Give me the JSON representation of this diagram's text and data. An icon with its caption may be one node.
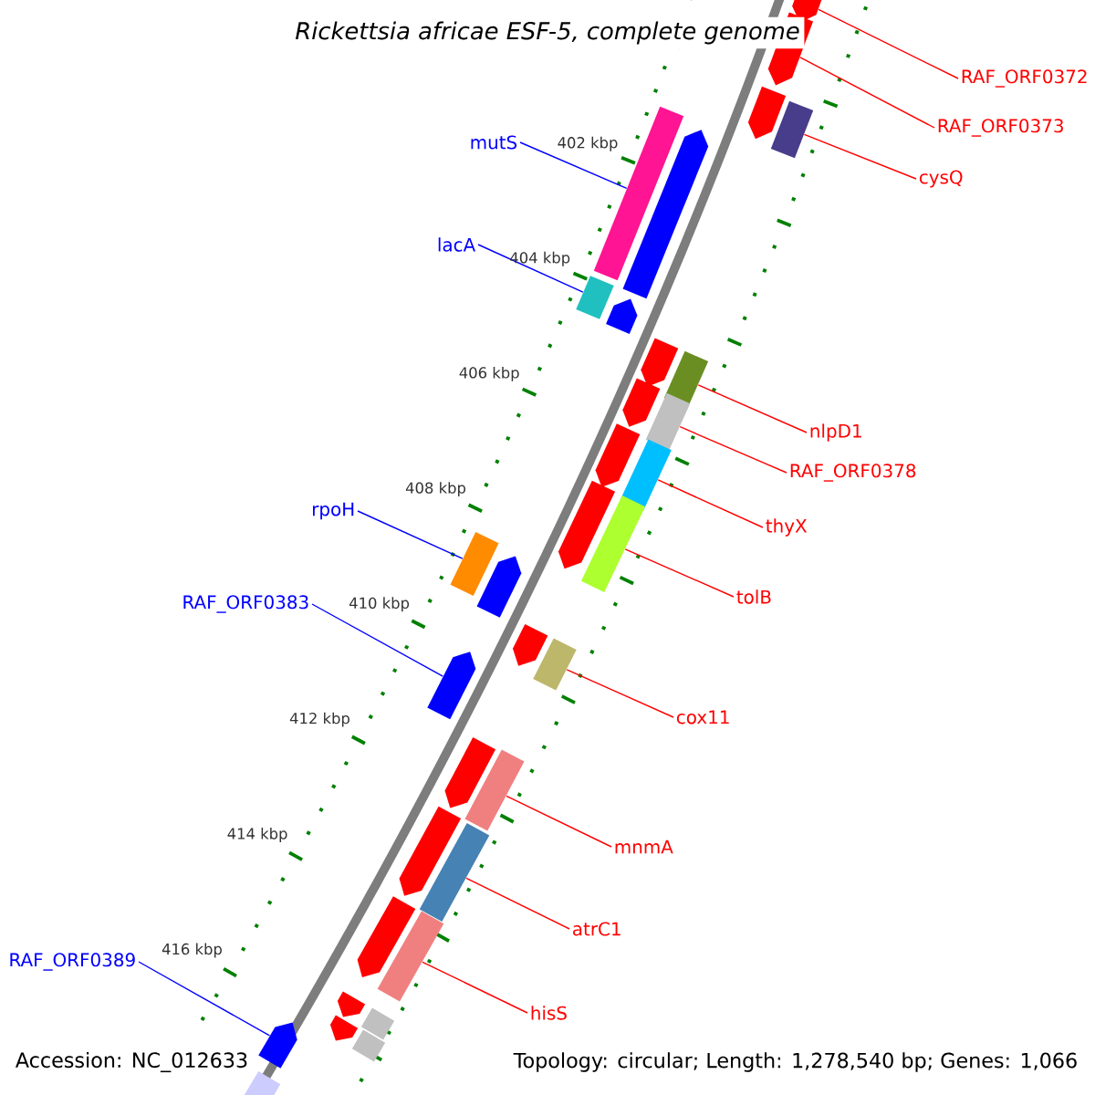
{
  "diagram": {
    "title": "Rickettsia africae ESF-5, complete genome",
    "nodes": [
      {
        "text": [
          "RAF_ORF0372"
        ]
      },
      {
        "text": [],
        "shape": "arrow"
      },
      {
        "text": [
          "RAF_ORF0373"
        ]
      },
      {
        "text": [],
        "shape": "arrow"
      },
      {
        "text": [
          "mutS"
        ]
      },
      {
        "text": [],
        "shape": "bar"
      },
      {
        "text": [
          "cysQ"
        ]
      },
      {
        "text": [],
        "shape": "bar"
      },
      {
        "text": [
          "lacA"
        ]
      },
      {
        "text": [],
        "shape": "bar"
      },
      {
        "text": [
          "nlpD1"
        ]
      },
      {
        "text": [],
        "shape": "bar"
      },
      {
        "text": [
          "RAF_ORF0378"
        ]
      },
      {
        "text": [],
        "shape": "bar"
      },
      {
        "text": [
          "thyX"
        ]
      },
      {
        "text": [],
        "shape": "bar"
      },
      {
        "text": [
          "rpoH"
        ]
      },
      {
        "text": [],
        "shape": "bar"
      },
      {
        "text": [
          "tolB"
        ]
      },
      {
        "text": [],
        "shape": "bar"
      },
      {
        "text": [
          "RAF_ORF0383"
        ]
      },
      {
        "text": [],
        "shape": "arrow"
      },
      {
        "text": [
          "cox11"
        ]
      },
      {
        "text": [],
        "shape": "bar"
      },
      {
        "text": [
          "mnmA"
        ]
      },
      {
        "text": [],
        "shape": "bar"
      },
      {
        "text": [
          "atrC1"
        ]
      },
      {
        "text": [],
        "shape": "bar"
      },
      {
        "text": [
          "hisS"
        ]
      },
      {
        "text": [],
        "shape": "bar"
      },
      {
        "text": [
          "RAF_ORF0389"
        ]
      },
      {
        "text": [],
        "shape": "arrow"
      },
      {
        "text": [],
        "shape": "arrow"
      },
      {
        "text": [],
        "shape": "arrow"
      },
      {
        "text": [],
        "shape": "arrow"
      },
      {
        "text": [],
        "shape": "arrow"
      },
      {
        "text": [],
        "shape": "arrow"
      },
      {
        "text": [],
        "shape": "arrow"
      },
      {
        "text": [],
        "shape": "arrow"
      },
      {
        "text": [],
        "shape": "arrow"
      },
      {
        "text": [],
        "shape": "arrow"
      },
      {
        "text": [],
        "shape": "arrow"
      },
      {
        "text": [],
        "shape": "arrow"
      },
      {
        "text": [],
        "shape": "arrow"
      },
      {
        "text": [],
        "shape": "arrow"
      },
      {
        "text": [],
        "shape": "bar"
      },
      {
        "text": [],
        "shape": "bar"
      },
      {
        "text": [],
        "shape": "arrow"
      },
      {
        "text": [],
        "shape": "bar"
      }
    ],
    "edges": [
      {
        "from": 0,
        "to": 1,
        "arrow": "none"
      },
      {
        "from": 2,
        "to": 3,
        "arrow": "none"
      },
      {
        "from": 4,
        "to": 5,
        "arrow": "none",
        "color": "#0000ff"
      },
      {
        "from": 6,
        "to": 7,
        "arrow": "none"
      },
      {
        "from": 8,
        "to": 9,
        "arrow": "none",
        "color": "#0000ff"
      },
      {
        "from": 10,
        "to": 11,
        "arrow": "none"
      },
      {
        "from": 12,
        "to": 13,
        "arrow": "none"
      },
      {
        "from": 14,
        "to": 15,
        "arrow": "none"
      },
      {
        "from": 16,
        "to": 17,
        "arrow": "none",
        "color": "#0000ff"
      },
      {
        "from": 18,
        "to": 19,
        "arrow": "none"
      },
      {
        "from": 20,
        "to": 21,
        "arrow": "none",
        "color": "#0000ff"
      },
      {
        "from": 22,
        "to": 23,
        "arrow": "none"
      },
      {
        "from": 24,
        "to": 25,
        "arrow": "none"
      },
      {
        "from": 26,
        "to": 27,
        "arrow": "none"
      },
      {
        "from": 28,
        "to": 29,
        "arrow": "none"
      },
      {
        "from": 30,
        "to": 31,
        "arrow": "none",
        "color": "#0000ff"
      }
    ],
    "labels": [
      "402 kbp",
      "404 kbp",
      "406 kbp",
      "408 kbp",
      "410 kbp",
      "412 kbp",
      "414 kbp",
      "416 kbp",
      "Accession: NC_012633",
      "Topology: circular; Length: 1,278,540 bp; Genes: 1,066"
    ]
  }
}
